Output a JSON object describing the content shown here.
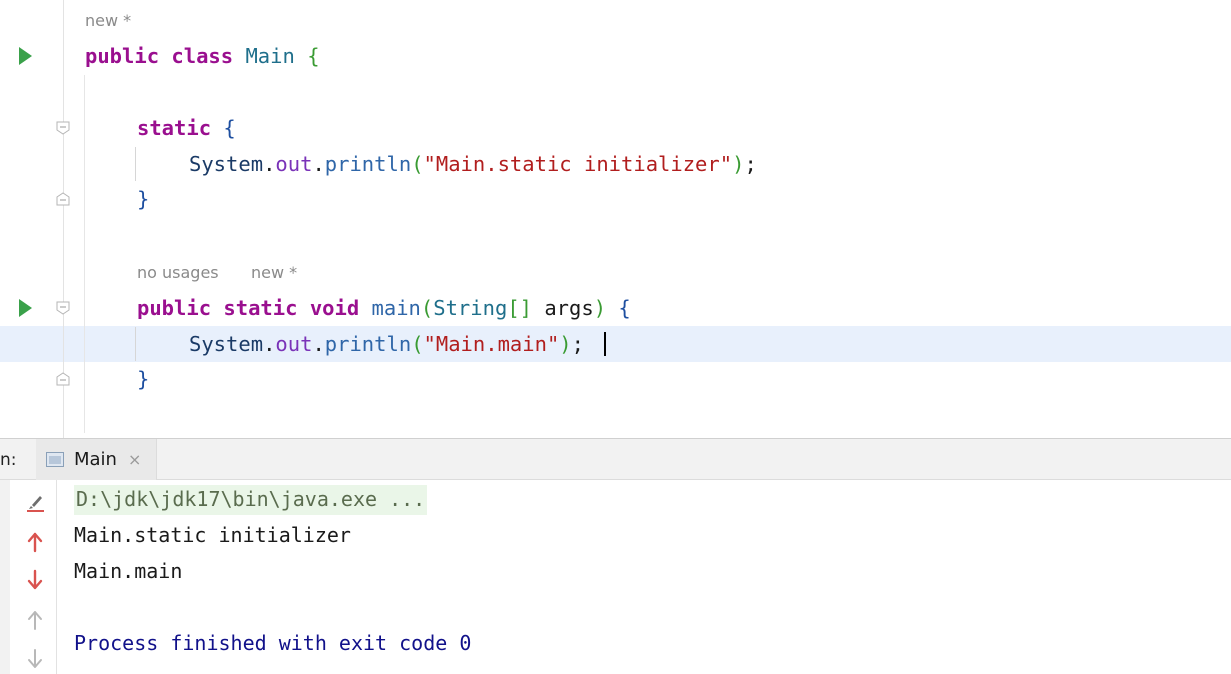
{
  "editor": {
    "hints": {
      "class_hint": "new *",
      "method_usages": "no usages",
      "method_new": "new *"
    },
    "lines": {
      "class_decl": {
        "kw1": "public",
        "kw2": "class",
        "name": "Main",
        "brace": "{"
      },
      "static_block": {
        "kw": "static",
        "brace": "{"
      },
      "static_body": {
        "obj": "System",
        "dot1": ".",
        "field": "out",
        "dot2": ".",
        "method": "println",
        "open": "(",
        "str": "\"Main.static initializer\"",
        "close": ")",
        "semi": ";"
      },
      "static_close": "}",
      "main_decl": {
        "kw1": "public",
        "kw2": "static",
        "kw3": "void",
        "name": "main",
        "open": "(",
        "type": "String",
        "brackets": "[]",
        "param": "args",
        "close": ")",
        "brace": "{"
      },
      "main_body": {
        "obj": "System",
        "dot1": ".",
        "field": "out",
        "dot2": ".",
        "method": "println",
        "open": "(",
        "str": "\"Main.main\"",
        "close": ")",
        "semi": ";"
      },
      "main_close": "}"
    }
  },
  "run_panel": {
    "prefix": "n:",
    "tab_label": "Main",
    "tab_close": "×"
  },
  "console": {
    "command": "D:\\jdk\\jdk17\\bin\\java.exe ...",
    "output": [
      "Main.static initializer",
      "Main.main"
    ],
    "exit_message": "Process finished with exit code 0"
  },
  "colors": {
    "keyword": "#9a0f8f",
    "string": "#b11e1e",
    "run_icon": "#3aa14a",
    "current_line": "#e8f0fc",
    "stop_icon": "#d9534f"
  },
  "icons": [
    "run-icon",
    "fold-icon",
    "clear-console-icon",
    "rerun-up-icon",
    "rerun-down-icon",
    "scroll-up-icon",
    "scroll-down-icon",
    "run-tab-icon",
    "close-icon"
  ]
}
